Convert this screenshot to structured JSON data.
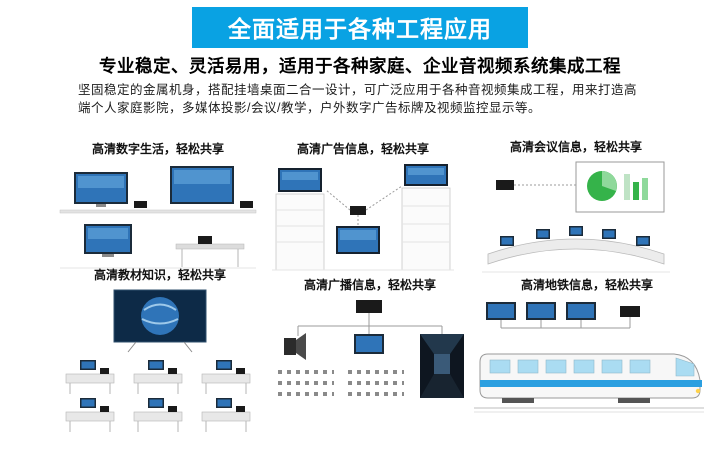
{
  "banner": {
    "title": "全面适用于各种工程应用"
  },
  "heading": "专业稳定、灵活易用，适用于各种家庭、企业音视频系统集成工程",
  "body": "坚固稳定的金属机身，搭配挂墙桌面二合一设计，可广泛应用于各种音视频集成工程，用来打造高端个人家庭影院，多媒体投影/会议/教学，户外数字广告标牌及视频监控显示等。",
  "scenarios": [
    {
      "title": "高清数字生活，轻松共享",
      "illustration": "home-theater"
    },
    {
      "title": "高清广告信息，轻松共享",
      "illustration": "advertising"
    },
    {
      "title": "高清会议信息，轻松共享",
      "illustration": "conference"
    },
    {
      "title": "高清教材知识，轻松共享",
      "illustration": "classroom"
    },
    {
      "title": "高清广播信息，轻松共享",
      "illustration": "broadcast"
    },
    {
      "title": "高清地铁信息，轻松共享",
      "illustration": "subway"
    }
  ],
  "colors": {
    "accent_blue": "#09a2e3",
    "screen_blue": "#2f74b8",
    "device_dark": "#1a1a1a",
    "pie_green": "#35b34a"
  }
}
